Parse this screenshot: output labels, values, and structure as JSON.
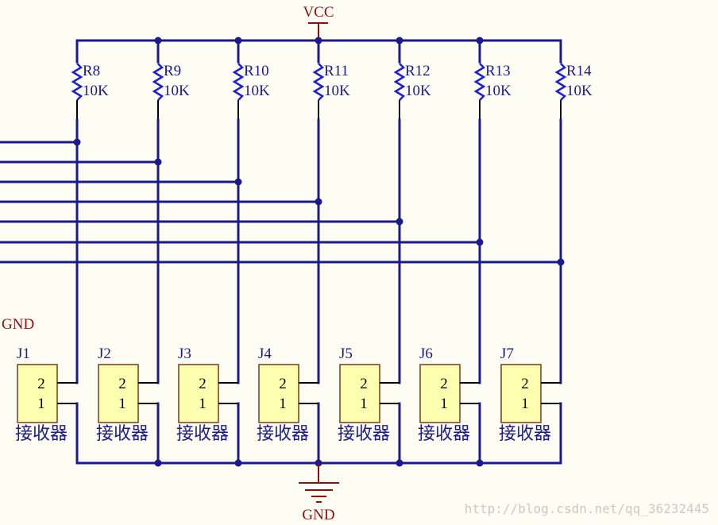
{
  "power": {
    "vcc_label": "VCC",
    "gnd_label": "GND",
    "gnd_net_label": "GND"
  },
  "resistors": [
    {
      "ref": "R8",
      "value": "10K"
    },
    {
      "ref": "R9",
      "value": "10K"
    },
    {
      "ref": "R10",
      "value": "10K"
    },
    {
      "ref": "R11",
      "value": "10K"
    },
    {
      "ref": "R12",
      "value": "10K"
    },
    {
      "ref": "R13",
      "value": "10K"
    },
    {
      "ref": "R14",
      "value": "10K"
    }
  ],
  "connectors": [
    {
      "ref": "J1",
      "pin_top": "2",
      "pin_bottom": "1",
      "comment": "接收器"
    },
    {
      "ref": "J2",
      "pin_top": "2",
      "pin_bottom": "1",
      "comment": "接收器"
    },
    {
      "ref": "J3",
      "pin_top": "2",
      "pin_bottom": "1",
      "comment": "接收器"
    },
    {
      "ref": "J4",
      "pin_top": "2",
      "pin_bottom": "1",
      "comment": "接收器"
    },
    {
      "ref": "J5",
      "pin_top": "2",
      "pin_bottom": "1",
      "comment": "接收器"
    },
    {
      "ref": "J6",
      "pin_top": "2",
      "pin_bottom": "1",
      "comment": "接收器"
    },
    {
      "ref": "J7",
      "pin_top": "2",
      "pin_bottom": "1",
      "comment": "接收器"
    }
  ],
  "colors": {
    "wire": "#1a1a8c",
    "resistor": "#1f1fd6",
    "power": "#8b1010",
    "connector_fill": "#ffffb0",
    "background": "#fdfdf3"
  },
  "watermark": "http://blog.csdn.net/qq_36232445"
}
